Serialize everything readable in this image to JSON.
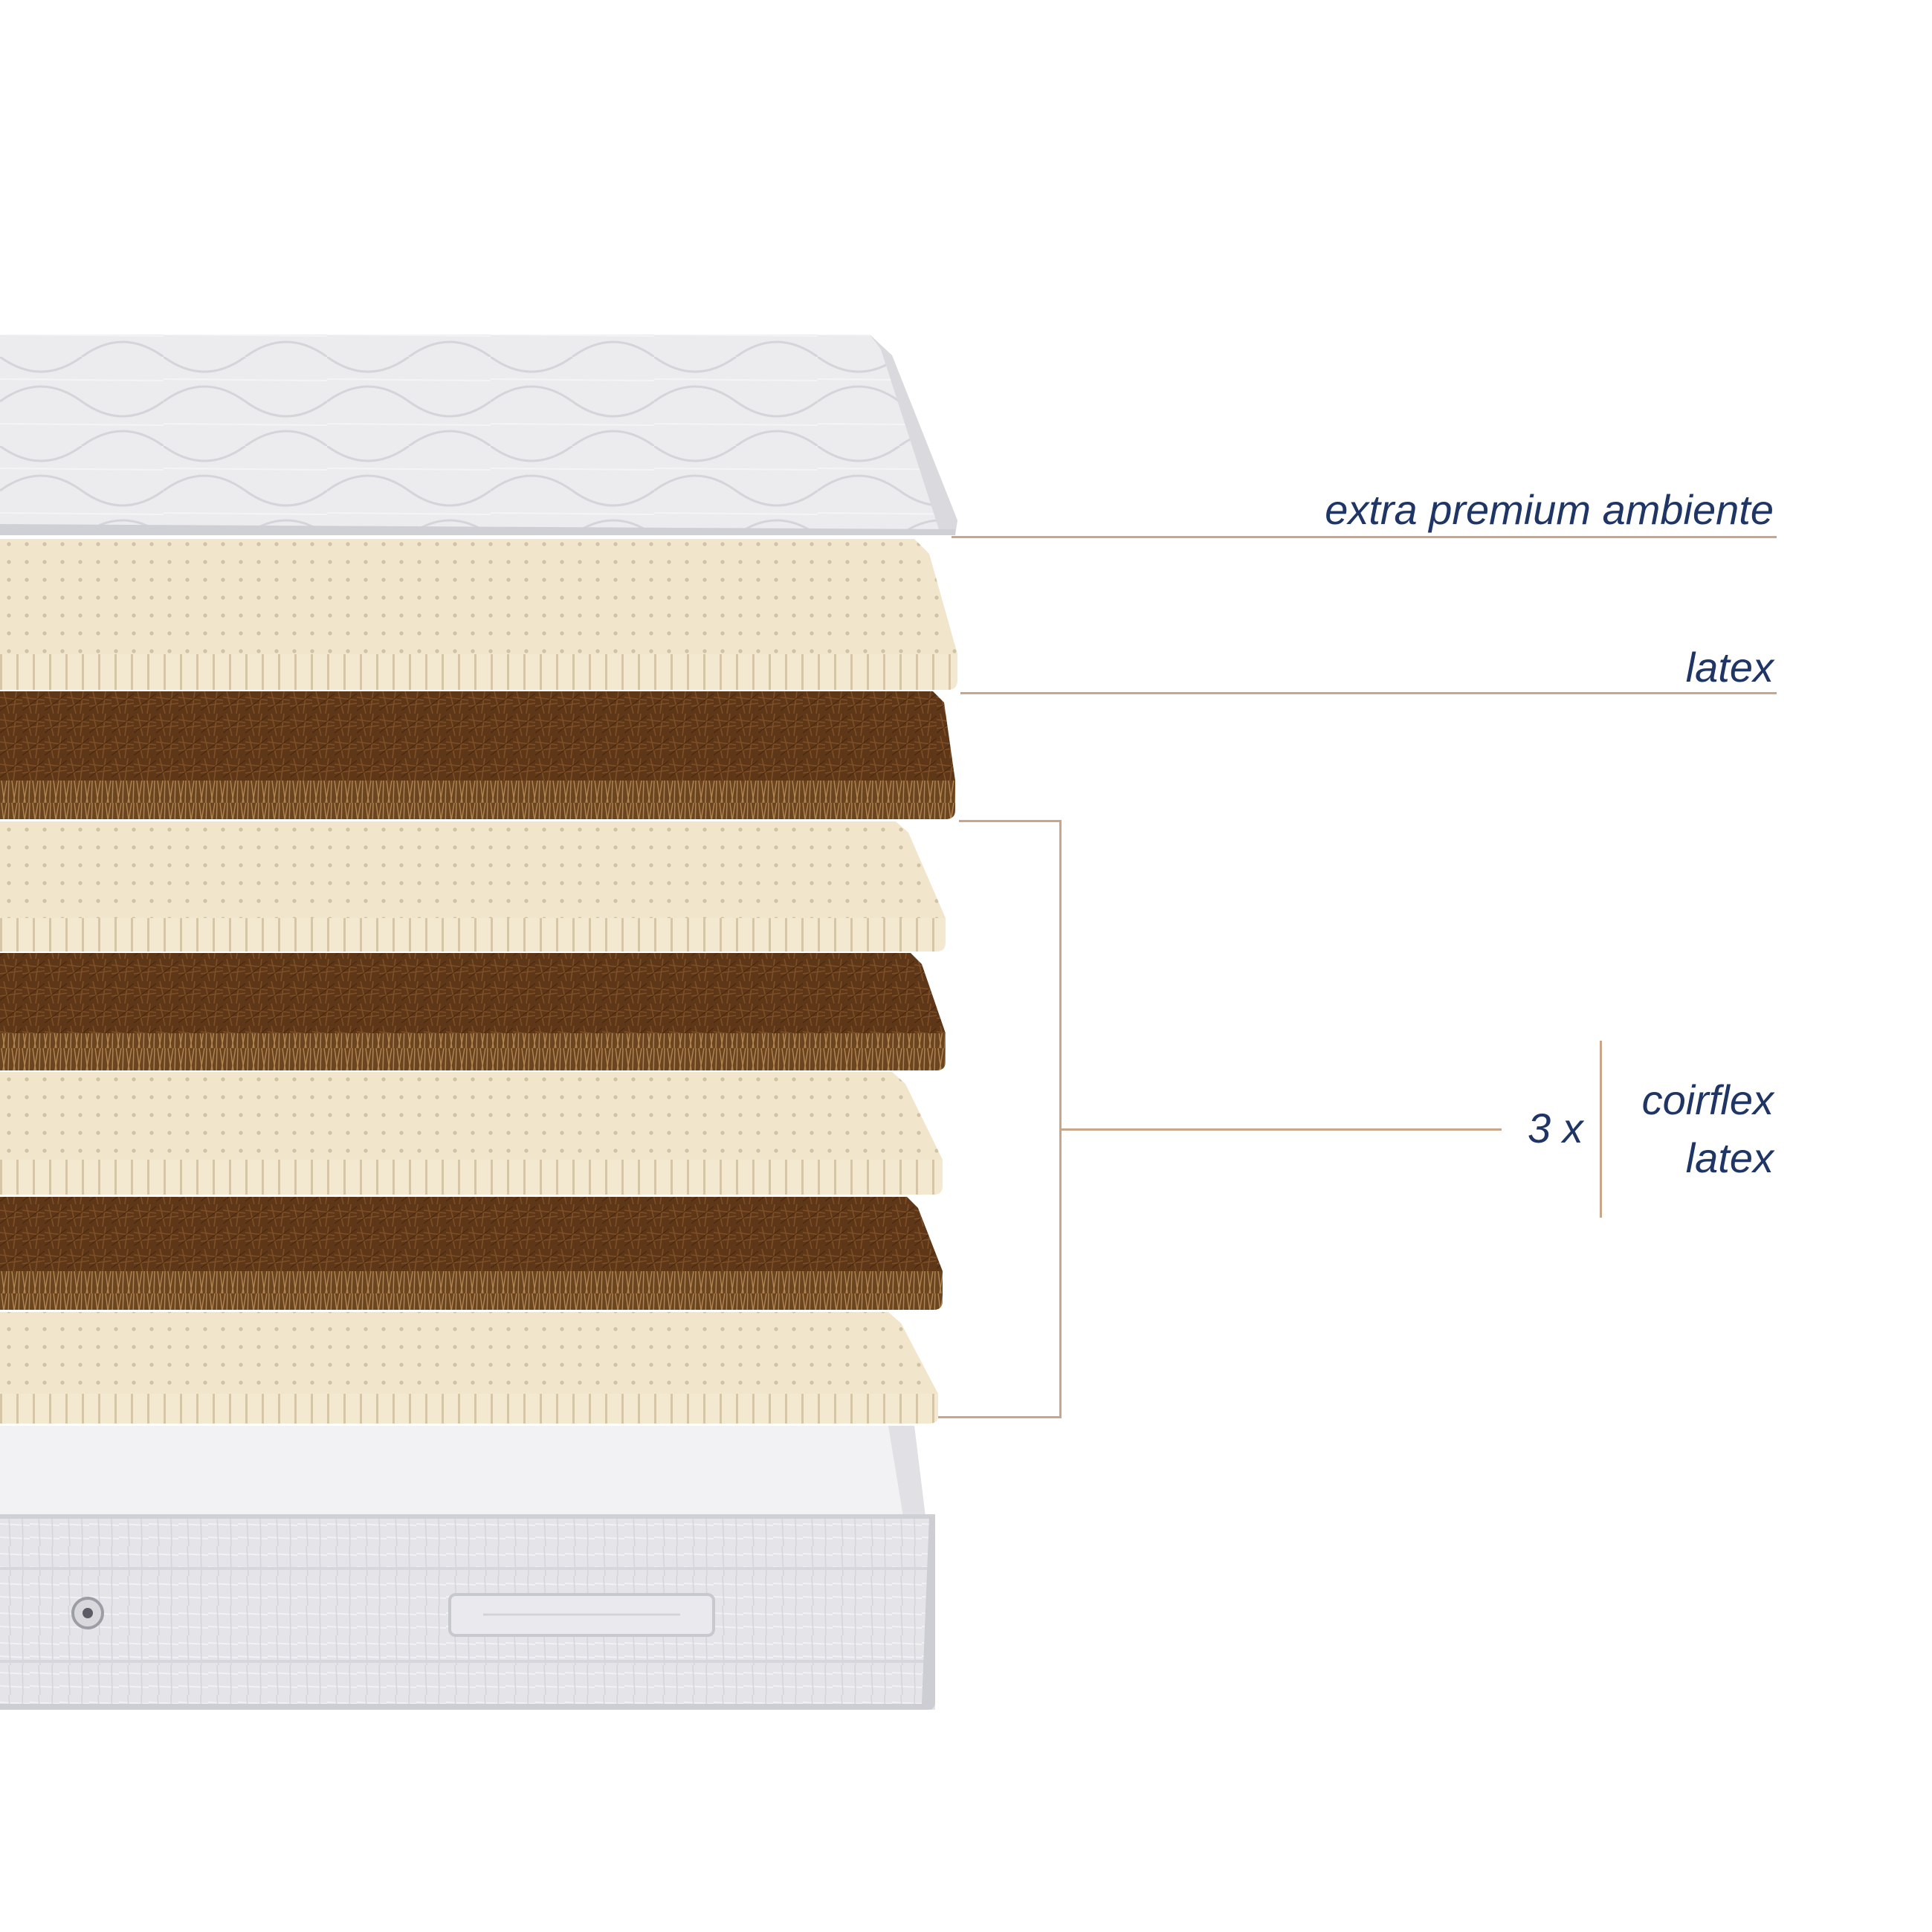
{
  "labels": {
    "top": "extra premium ambiente",
    "second": "latex",
    "multiplier": "3 x",
    "stack_line1": "coirflex",
    "stack_line2": "latex"
  },
  "colors": {
    "text": "#1f3566",
    "leader_line": "#c9a68a",
    "cover": "#e6e6ea",
    "latex": "#f1e5cc",
    "coir": "#6a3e1d",
    "base": "#e3e3e8"
  }
}
